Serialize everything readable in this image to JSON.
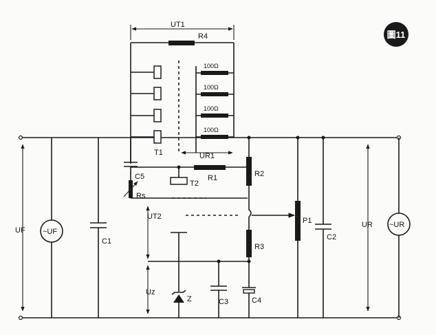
{
  "badge": "圖11",
  "labels": {
    "ut1": "UT1",
    "r4": "R4",
    "r100a": "100Ω",
    "r100b": "100Ω",
    "r100c": "100Ω",
    "r100d": "100Ω",
    "t1": "T1",
    "ur1": "UR1",
    "c5": "C5",
    "t2": "T2",
    "r1": "R1",
    "r2": "R2",
    "rs": "Rs",
    "ut2": "UT2",
    "p1": "P1",
    "uf": "UF",
    "uf_src": "~UF",
    "c1": "C1",
    "r3": "R3",
    "ur": "UR",
    "c2": "C2",
    "ur_src": "~UR",
    "uz": "Uz",
    "z": "Z",
    "c3": "C3",
    "c4": "C4"
  }
}
